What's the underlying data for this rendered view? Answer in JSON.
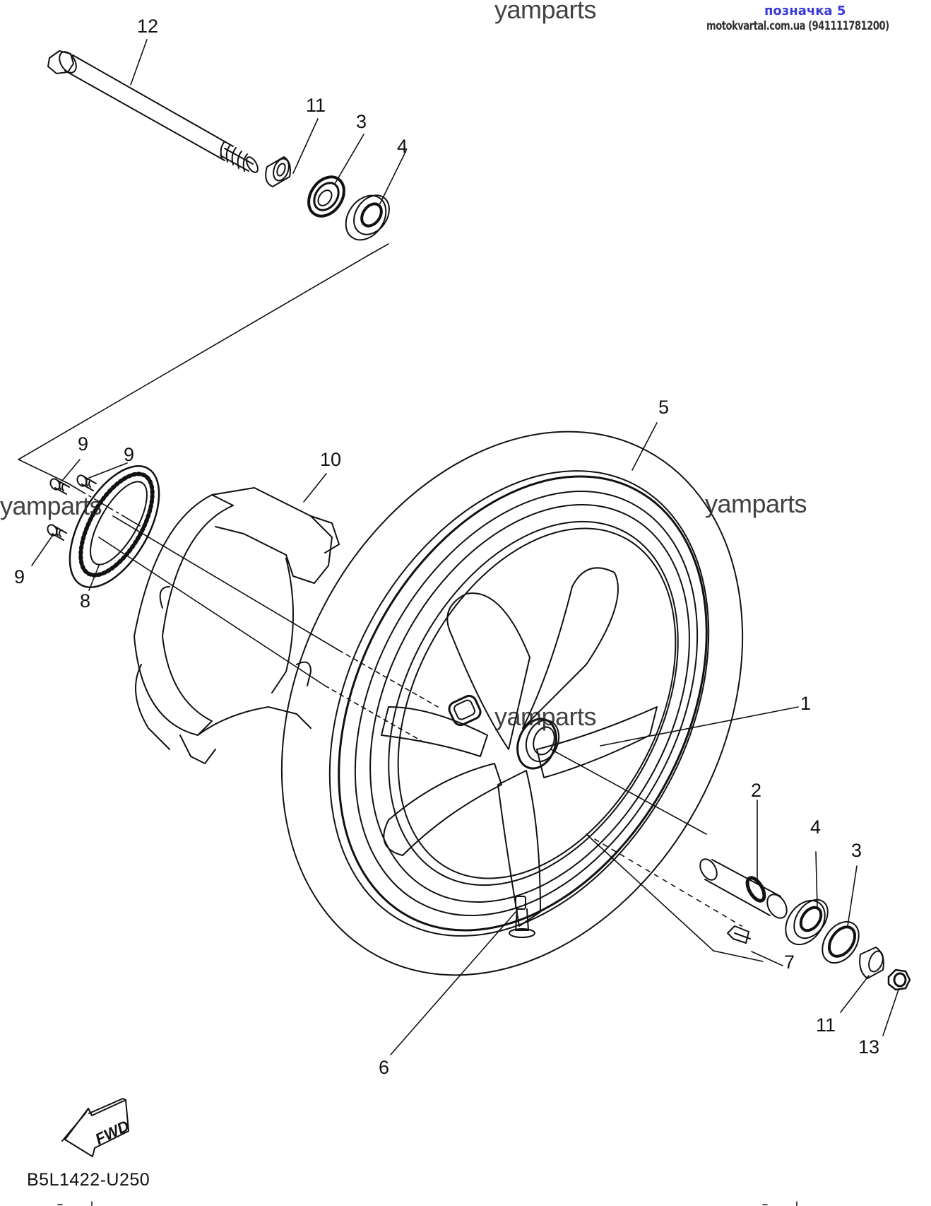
{
  "header": {
    "badge_title": "позначка 5",
    "badge_site": "motokvartal.com.ua (941111781200)"
  },
  "watermark": "yamparts",
  "diagram": {
    "code": "B5L1422-U250",
    "direction_label": "FWD",
    "callouts": [
      {
        "id": "c12",
        "label": "12",
        "part": "wheel axle"
      },
      {
        "id": "c11a",
        "label": "11",
        "part": "collar (left)"
      },
      {
        "id": "c3a",
        "label": "3",
        "part": "oil seal (left)"
      },
      {
        "id": "c4a",
        "label": "4",
        "part": "bearing (left)"
      },
      {
        "id": "c9a",
        "label": "9",
        "part": "screw"
      },
      {
        "id": "c9b",
        "label": "9",
        "part": "screw"
      },
      {
        "id": "c9c",
        "label": "9",
        "part": "screw"
      },
      {
        "id": "c8",
        "label": "8",
        "part": "sensor rotor"
      },
      {
        "id": "c10",
        "label": "10",
        "part": "sensor housing"
      },
      {
        "id": "c5",
        "label": "5",
        "part": "tire"
      },
      {
        "id": "c1",
        "label": "1",
        "part": "cast wheel"
      },
      {
        "id": "c2",
        "label": "2",
        "part": "spacer"
      },
      {
        "id": "c4b",
        "label": "4",
        "part": "bearing (right)"
      },
      {
        "id": "c3b",
        "label": "3",
        "part": "oil seal (right)"
      },
      {
        "id": "c7",
        "label": "7",
        "part": "balance weight"
      },
      {
        "id": "c11b",
        "label": "11",
        "part": "collar (right)"
      },
      {
        "id": "c13",
        "label": "13",
        "part": "nut"
      },
      {
        "id": "c6",
        "label": "6",
        "part": "valve"
      }
    ]
  }
}
